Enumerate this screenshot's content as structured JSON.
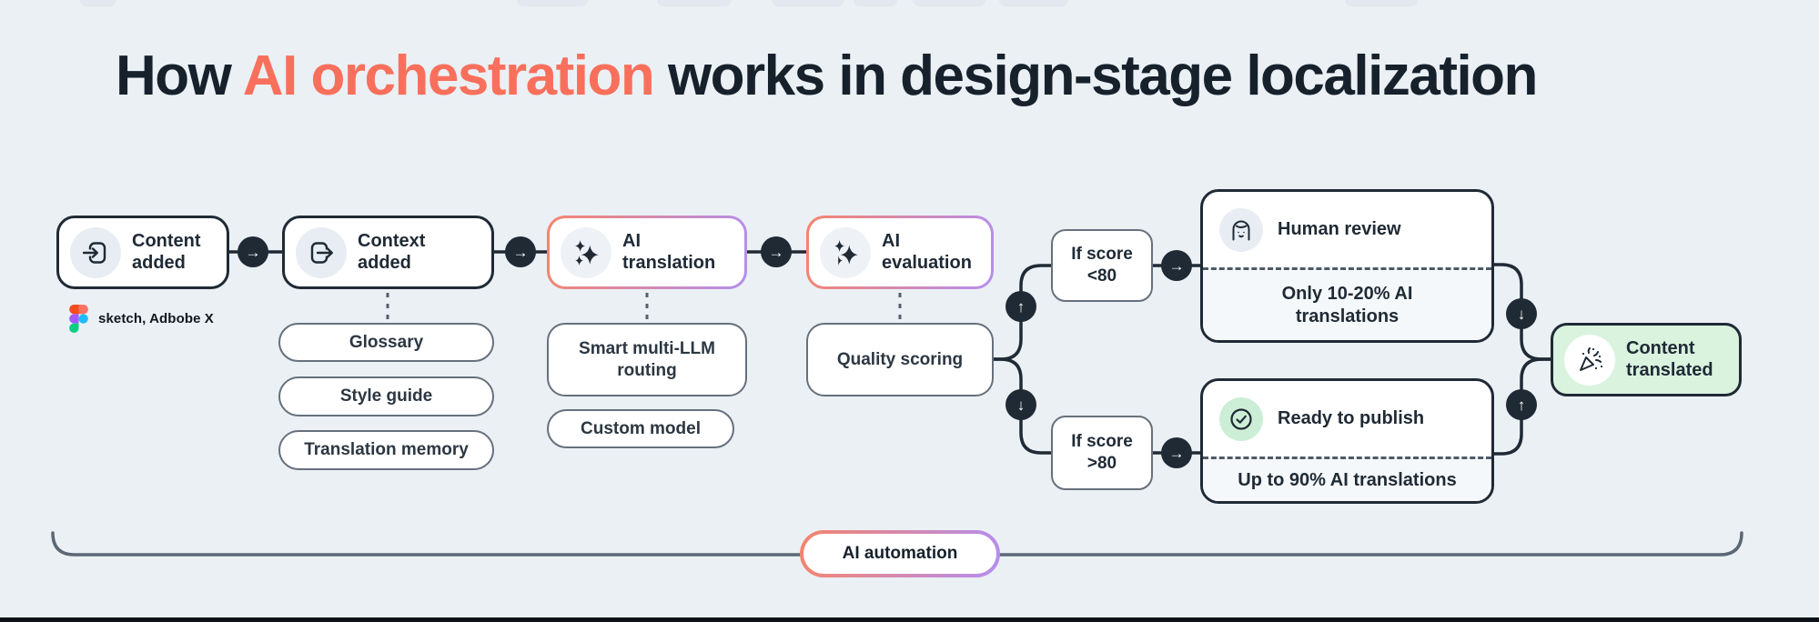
{
  "colors": {
    "background": "#ebf0f5",
    "ink": "#1f2a35",
    "coral": "#f8705c",
    "purple": "#b48ef0",
    "green": "#d9f3de"
  },
  "title": {
    "part1": "How ",
    "highlight": "AI orchestration",
    "part2": " works in design-stage localization"
  },
  "glyphs": {
    "arrow_right": "→",
    "arrow_up": "↑",
    "arrow_down": "↓"
  },
  "nodes": {
    "content_added": "Content added",
    "source_caption": "sketch, Adbobe X",
    "context_added": "Context added",
    "context_items": [
      "Glossary",
      "Style guide",
      "Translation memory"
    ],
    "ai_translation": "AI translation",
    "translation_items": [
      "Smart multi-LLM routing",
      "Custom model"
    ],
    "ai_evaluation": "AI evaluation",
    "quality_scoring": "Quality scoring",
    "if_score_low": "If score <80",
    "if_score_high": "If score >80",
    "human_review": "Human review",
    "human_review_note": "Only 10-20% AI translations",
    "ready_to_publish": "Ready to publish",
    "ready_to_publish_note": "Up to 90% AI translations",
    "content_translated": "Content translated",
    "ai_automation": "AI automation"
  }
}
